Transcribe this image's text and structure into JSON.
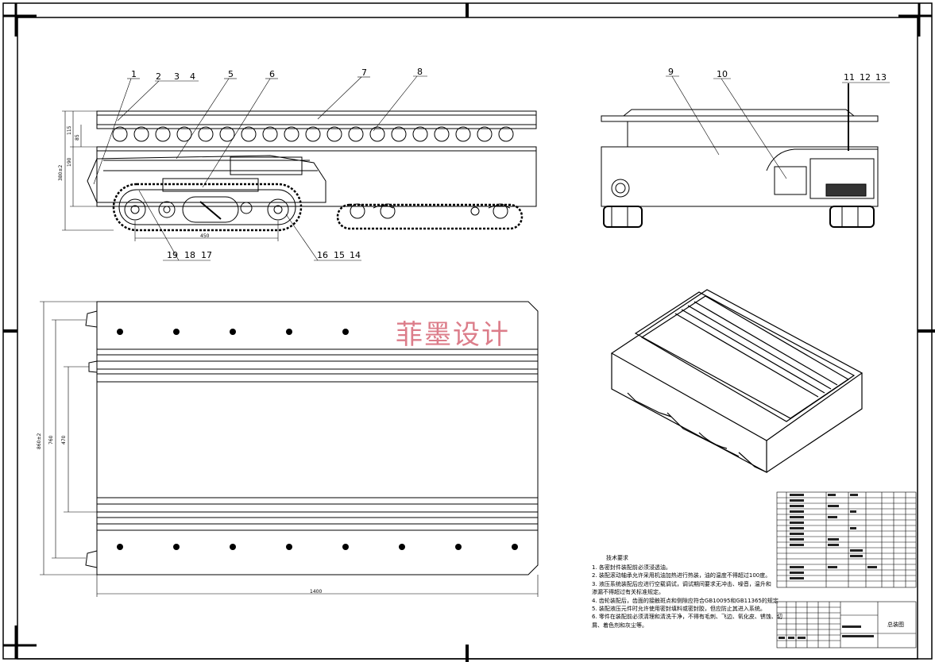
{
  "drawing": {
    "watermark": "菲墨设计",
    "title_block_name": "总装图"
  },
  "balloons": {
    "front_top": [
      "1",
      "2",
      "3",
      "4",
      "5",
      "6",
      "7",
      "8"
    ],
    "front_bottom_left": [
      "19",
      "18",
      "17"
    ],
    "front_bottom_right": [
      "16",
      "15",
      "14"
    ],
    "side_top": [
      "9",
      "10",
      "11",
      "12",
      "13"
    ]
  },
  "dimensions": {
    "front_height_total": "380±2",
    "front_height_upper": "115",
    "front_height_mid": "85",
    "front_height_lower": "190",
    "front_track_span": "450",
    "top_width_total": "860±2",
    "top_width_mid": "760",
    "top_width_inner": "470",
    "top_length": "1400"
  },
  "technical_requirements": {
    "title": "技术要求",
    "lines": [
      "1. 各密封件装配前必须浸透油。",
      "2. 装配滚动轴承允许采用机油加热进行热装，油的温度不得超过100度。",
      "3. 液压系统装配后应进行空载调试，调试期间要求无冲击、噪音，温升和",
      "渗漏不得超过有关标准规定。",
      "4. 齿轮装配后，齿面的接触斑点和侧隙应符合GB10095和GB11365的规定",
      "5. 装配液压元件时允许使用密封填料或密封胶，但应防止其进入系统。",
      "6. 零件在装配前必须清理和清洗干净，不得有毛刺、飞边、氧化皮、锈蚀、切",
      "屑、着色剂和灰尘等。"
    ]
  }
}
